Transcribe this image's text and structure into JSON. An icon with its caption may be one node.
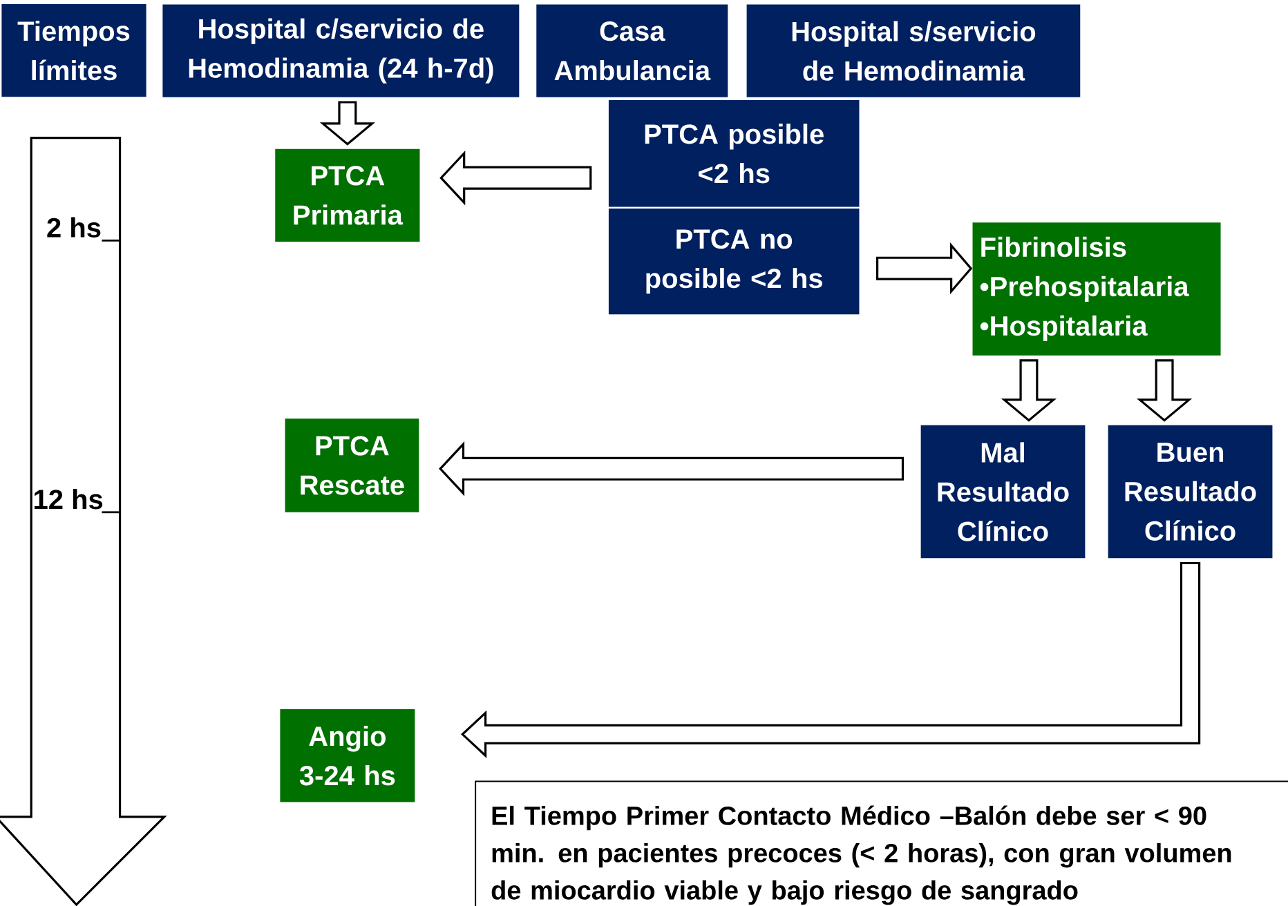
{
  "diagram": {
    "nodes": [
      {
        "text": [
          "Tiempos límites"
        ]
      },
      {
        "text": [
          "Hospital c/servicio de Hemodinamia (24 h-7d)"
        ]
      },
      {
        "text": [
          "Casa Ambulancia"
        ]
      },
      {
        "text": [
          "Hospital s/servicio de Hemodinamia"
        ]
      },
      {
        "text": [
          "PTCA posible <2 hs"
        ]
      },
      {
        "text": [
          "PTCA no posible <2 hs"
        ]
      },
      {
        "text": [
          "PTCA Primaria"
        ]
      },
      {
        "text": [
          "Fibrinolisis",
          "•Prehospitalaria",
          "•Hospitalaria"
        ]
      },
      {
        "text": [
          "Mal Resultado Clínico"
        ]
      },
      {
        "text": [
          "Buen Resultado Clínico"
        ]
      },
      {
        "text": [
          "PTCA Rescate"
        ]
      },
      {
        "text": [
          "Angio 3-24 hs"
        ]
      },
      {
        "text": [
          "El Tiempo Primer Contacto Médico –Balón debe ser < 90 min. en pacientes precoces (< 2 horas), con gran volumen de miocardio viable y bajo riesgo de sangrado"
        ]
      }
    ],
    "edges": [
      {
        "from": 1,
        "to": 6,
        "arrow": "to"
      },
      {
        "from": 4,
        "to": 6,
        "arrow": "to"
      },
      {
        "from": 5,
        "to": 7,
        "arrow": "to"
      },
      {
        "from": 7,
        "to": 8,
        "arrow": "to"
      },
      {
        "from": 7,
        "to": 9,
        "arrow": "to"
      },
      {
        "from": 8,
        "to": 10,
        "arrow": "to"
      },
      {
        "from": 9,
        "to": 11,
        "arrow": "to"
      }
    ],
    "labels": [
      "2 hs",
      "12 hs"
    ]
  }
}
